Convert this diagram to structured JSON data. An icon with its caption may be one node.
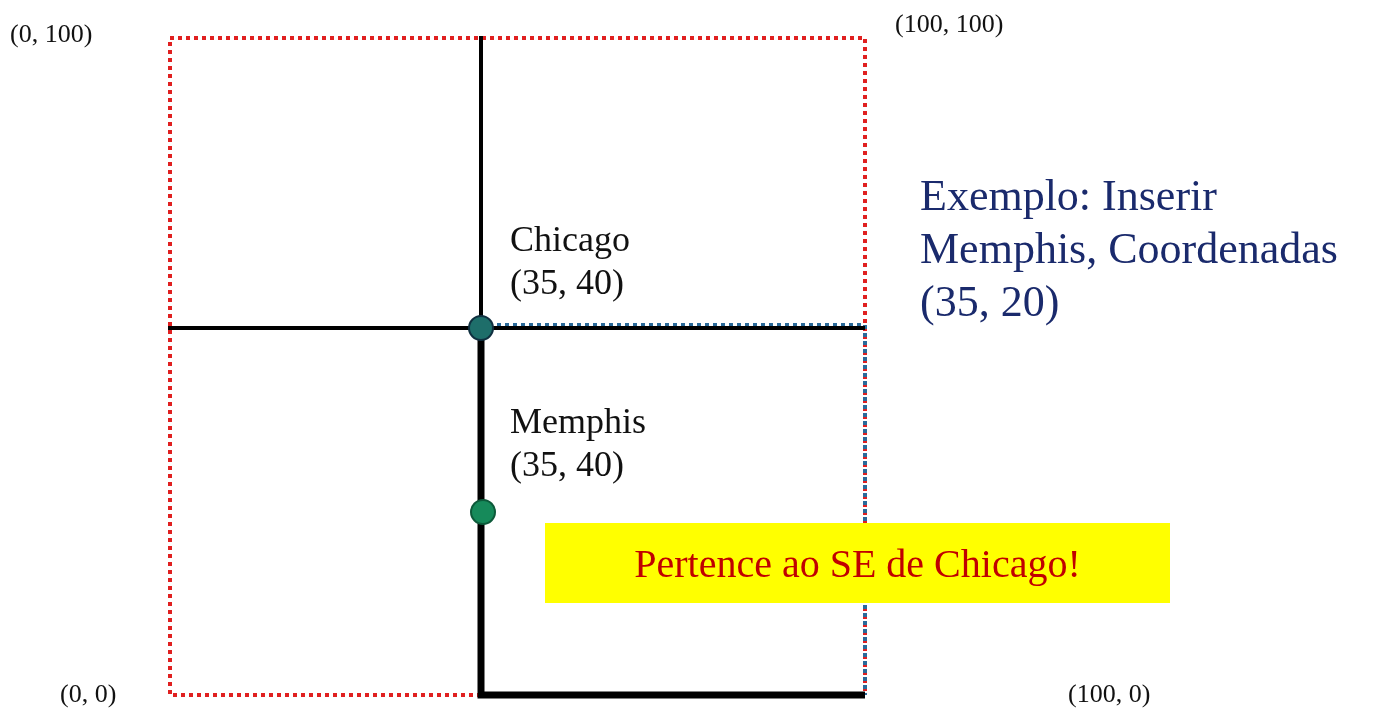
{
  "diagram": {
    "nodes": [
      {
        "text": [
          "Pertence ao SE de Chicago!"
        ]
      }
    ],
    "labels": [
      "(0, 100)",
      "(100, 100)",
      "Exemplo: Inserir Memphis, Coordenadas (35, 20)",
      "Chicago (35, 40)",
      "Memphis (35, 40)",
      "(0, 0)",
      "(100, 0)"
    ]
  }
}
